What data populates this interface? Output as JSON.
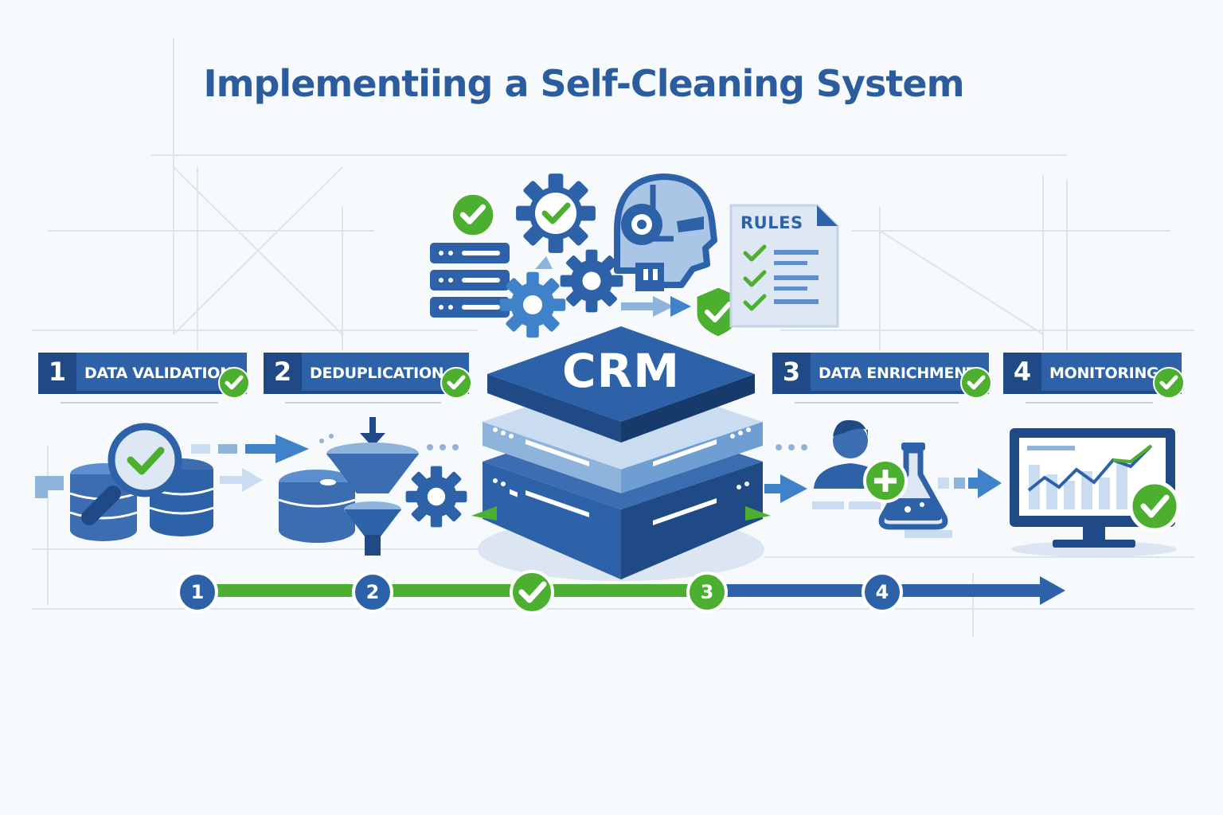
{
  "title": "Implementiing a Self-Cleaning System",
  "hub": {
    "label": "CRM"
  },
  "rules_doc": {
    "label": "RULES"
  },
  "steps": [
    {
      "number": "1",
      "label": "DATA VALIDATION",
      "status": "checked"
    },
    {
      "number": "2",
      "label": "DEDUPLICATION",
      "status": "checked"
    },
    {
      "number": "3",
      "label": "DATA ENRICHMENT",
      "status": "checked"
    },
    {
      "number": "4",
      "label": "MONITORING",
      "status": "checked"
    }
  ],
  "timeline": [
    {
      "marker": "1",
      "type": "number"
    },
    {
      "marker": "2",
      "type": "number"
    },
    {
      "marker": "check",
      "type": "check-icon"
    },
    {
      "marker": "3",
      "type": "number"
    },
    {
      "marker": "4",
      "type": "number"
    }
  ],
  "colors": {
    "primary": "#2d62a8",
    "dark": "#1f4a85",
    "light": "#8fb4dc",
    "accent_green": "#4caf2f",
    "background": "#f7fafc"
  },
  "icons": [
    "database-search-icon",
    "funnel-icon",
    "gear-icon",
    "robot-head-icon",
    "server-icon",
    "shield-check-icon",
    "rules-document-icon",
    "person-icon",
    "flask-icon",
    "monitor-chart-icon"
  ]
}
